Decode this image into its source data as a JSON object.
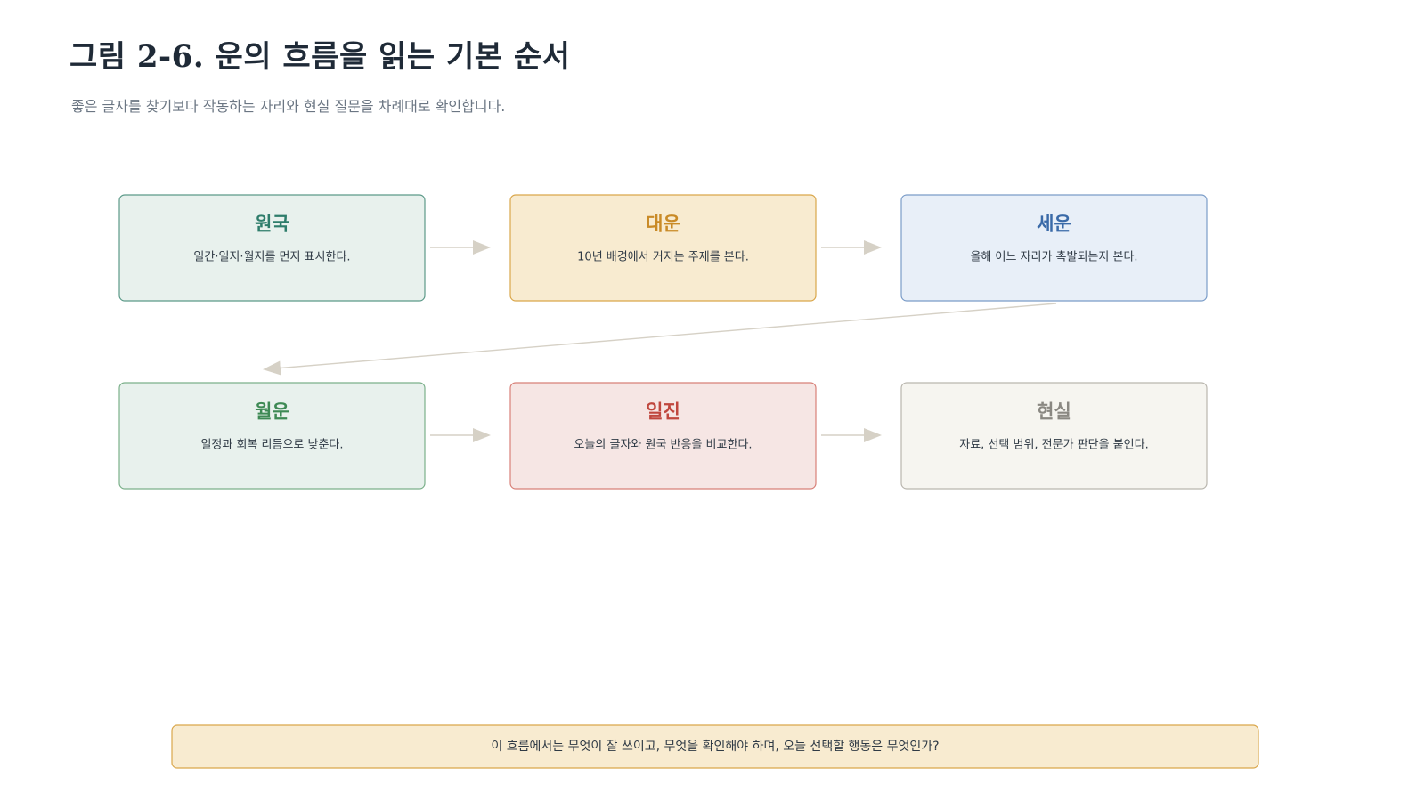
{
  "title": "그림 2-6. 운의 흐름을 읽는 기본 순서",
  "subtitle": "좋은 글자를 찾기보다 작동하는 자리와 현실 질문을 차례대로 확인합니다.",
  "steps": [
    {
      "title": "원국",
      "desc": "일간·일지·월지를 먼저 표시한다.",
      "fill": "#e8f1ed",
      "stroke": "#5c9a89",
      "title_color": "#2e7d6b"
    },
    {
      "title": "대운",
      "desc": "10년 배경에서 커지는 주제를 본다.",
      "fill": "#f8ebd0",
      "stroke": "#d9a64a",
      "title_color": "#c98a26"
    },
    {
      "title": "세운",
      "desc": "올해 어느 자리가 촉발되는지 본다.",
      "fill": "#e8eff8",
      "stroke": "#7a9cc8",
      "title_color": "#3a6aa8"
    },
    {
      "title": "월운",
      "desc": "일정과 회복 리듬으로 낮춘다.",
      "fill": "#e8f1ed",
      "stroke": "#7bb08a",
      "title_color": "#3e8a55"
    },
    {
      "title": "일진",
      "desc": "오늘의 글자와 원국 반응을 비교한다.",
      "fill": "#f6e6e4",
      "stroke": "#d88078",
      "title_color": "#c0473e"
    },
    {
      "title": "현실",
      "desc": "자료, 선택 범위, 전문가 판단을 붙인다.",
      "fill": "#f6f5f0",
      "stroke": "#b9b6ae",
      "title_color": "#8a8882"
    }
  ],
  "footer": {
    "text": "이 흐름에서는 무엇이 잘 쓰이고, 무엇을 확인해야 하며, 오늘 선택할 행동은 무엇인가?",
    "fill": "#f8ebd0",
    "stroke": "#d9a64a"
  },
  "arrow_color": "#d6d1c6"
}
